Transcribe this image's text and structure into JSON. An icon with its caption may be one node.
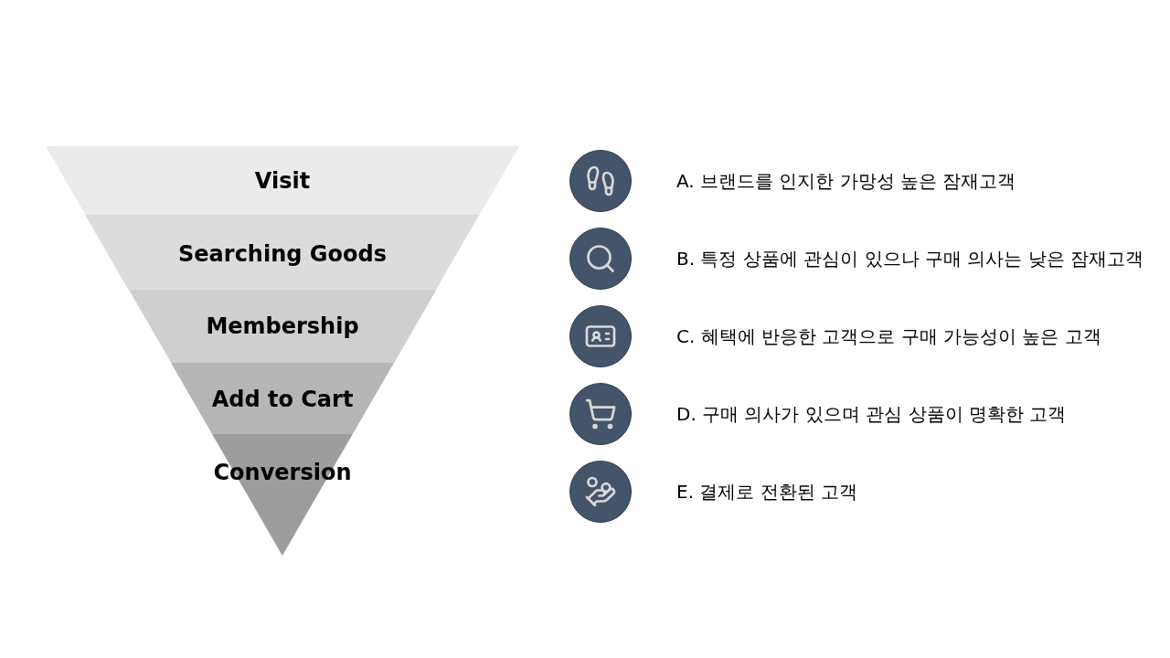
{
  "diagram": {
    "nodes": [
      {
        "text": [
          "Visit"
        ]
      },
      {
        "text": [
          "Searching Goods"
        ]
      },
      {
        "text": [
          "Membership"
        ]
      },
      {
        "text": [
          "Add to Cart"
        ]
      },
      {
        "text": [
          "Conversion"
        ]
      }
    ],
    "labels": [
      "A. 브랜드를 인지한 가망성 높은 잠재고객",
      "B. 특정 상품에 관심이 있으나 구매 의사는 낮은 잠재고객",
      "C. 혜택에 반응한 고객으로 구매 가능성이 높은 고객",
      "D. 구매 의사가 있으며 관심 상품이 명확한 고객",
      "E. 결제로 전환된 고객"
    ]
  }
}
